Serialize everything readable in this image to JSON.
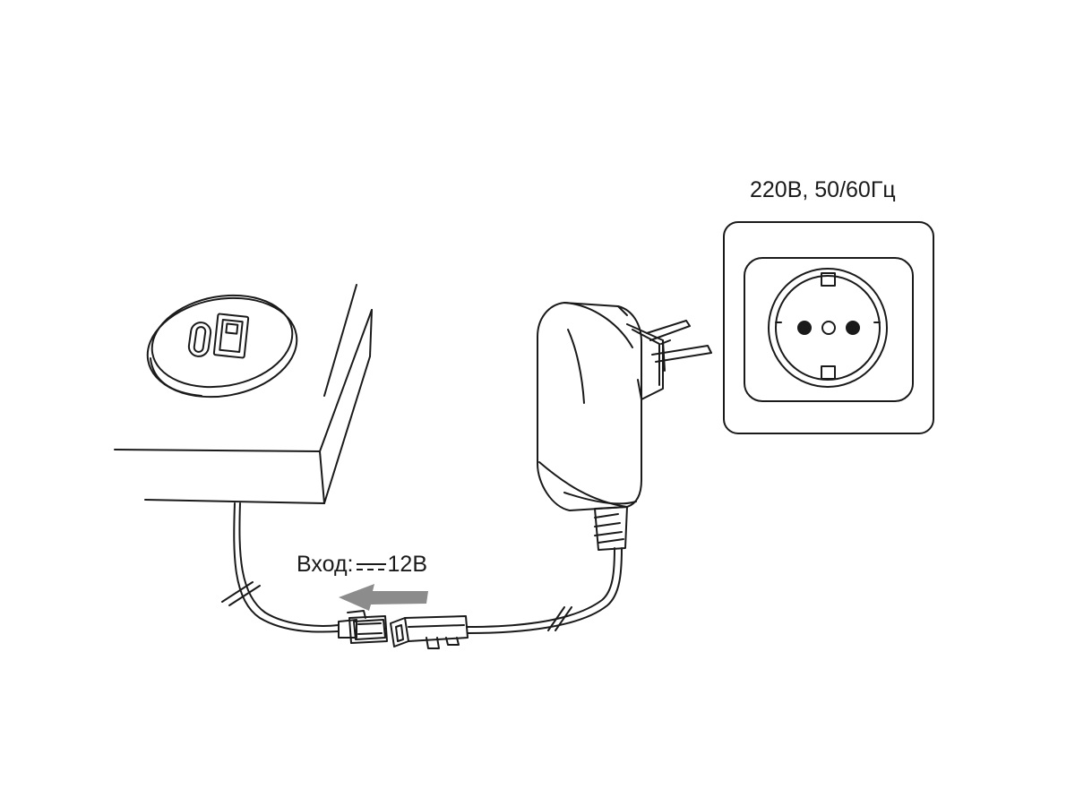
{
  "labels": {
    "mains": "220В, 50/60Гц",
    "input_prefix": "Вход:",
    "input_voltage": "12В"
  },
  "colors": {
    "line": "#1a1a1a",
    "arrow": "#8c8c8c",
    "background": "#ffffff"
  },
  "icons": {
    "usb_socket": "usb-c-and-usb-a-ports",
    "adapter": "wall-plug-power-adapter",
    "outlet": "schuko-wall-outlet",
    "dc": "dc-current-symbol",
    "arrow": "left-arrow"
  }
}
